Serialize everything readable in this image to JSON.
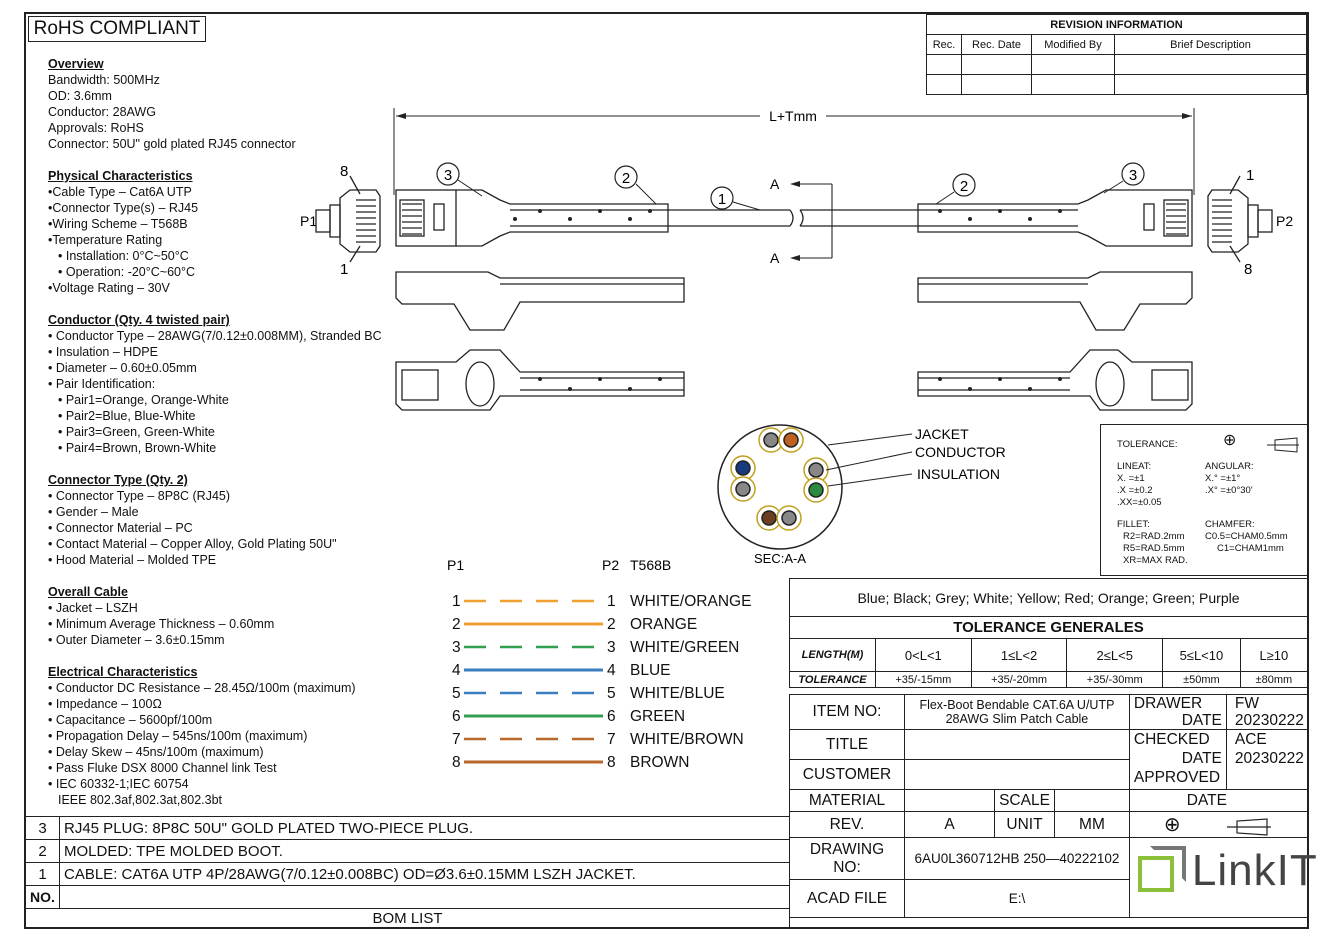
{
  "rohs": "RoHS COMPLIANT",
  "specs": {
    "overview": {
      "title": "Overview",
      "lines": [
        "Bandwidth: 500MHz",
        "OD: 3.6mm",
        "Conductor: 28AWG",
        "Approvals: RoHS",
        "Connector: 50U\" gold plated RJ45 connector"
      ]
    },
    "physical": {
      "title": "Physical Characteristics",
      "lines": [
        "•Cable Type – Cat6A UTP",
        "•Connector Type(s) – RJ45",
        "•Wiring Scheme – T568B",
        "•Temperature Rating",
        "  • Installation:  0°C~50°C",
        "  • Operation: -20°C~60°C",
        "•Voltage Rating – 30V"
      ]
    },
    "conductor": {
      "title": "Conductor (Qty. 4 twisted pair)",
      "lines": [
        "• Conductor Type – 28AWG(7/0.12±0.008MM), Stranded BC",
        "• Insulation – HDPE",
        "• Diameter – 0.60±0.05mm",
        "• Pair Identification:",
        "   • Pair1=Orange, Orange-White",
        "   • Pair2=Blue, Blue-White",
        "   • Pair3=Green, Green-White",
        "   • Pair4=Brown, Brown-White"
      ]
    },
    "connector": {
      "title": "Connector Type (Qty. 2)",
      "lines": [
        "• Connector Type – 8P8C (RJ45)",
        "• Gender – Male",
        "• Connector Material – PC",
        "• Contact Material – Copper Alloy, Gold Plating 50U\"",
        "• Hood Material – Molded TPE"
      ]
    },
    "overall": {
      "title": "Overall Cable",
      "lines": [
        "• Jacket – LSZH",
        "• Minimum Average Thickness – 0.60mm",
        "• Outer Diameter – 3.6±0.15mm"
      ]
    },
    "electrical": {
      "title": "Electrical Characteristics",
      "lines": [
        "• Conductor DC Resistance – 28.45Ω/100m (maximum)",
        "• Impedance – 100Ω",
        "• Capacitance – 5600pf/100m",
        "• Propagation Delay – 545ns/100m (maximum)",
        "• Delay Skew – 45ns/100m (maximum)",
        "• Pass Fluke DSX 8000 Channel link Test",
        "• IEC 60332-1;IEC 60754",
        "   IEEE 802.3af,802.3at,802.3bt"
      ]
    }
  },
  "revision": {
    "title": "REVISION INFORMATION",
    "headers": [
      "Rec.",
      "Rec. Date",
      "Modified By",
      "Brief Description"
    ]
  },
  "drawing": {
    "length_label": "L+Tmm",
    "p1": "P1",
    "p2": "P2",
    "pin8_left": "8",
    "pin1_left": "1",
    "pin1_right": "1",
    "pin8_right": "8",
    "callout1": "1",
    "callout2": "2",
    "callout3": "3",
    "section_a": "A",
    "jacket": "JACKET",
    "conductor": "CONDUCTOR",
    "insulation": "INSULATION",
    "section_label": "SEC:A-A"
  },
  "wiring": {
    "p1": "P1",
    "p2": "P2",
    "standard": "T568B",
    "wires": [
      {
        "n": "1",
        "name": "WHITE/ORANGE",
        "color": "#f0a030",
        "dashed": true
      },
      {
        "n": "2",
        "name": "ORANGE",
        "color": "#f0a030",
        "dashed": false
      },
      {
        "n": "3",
        "name": "WHITE/GREEN",
        "color": "#30a050",
        "dashed": true
      },
      {
        "n": "4",
        "name": "BLUE",
        "color": "#3a7ec0",
        "dashed": false
      },
      {
        "n": "5",
        "name": "WHITE/BLUE",
        "color": "#3a7ec0",
        "dashed": true
      },
      {
        "n": "6",
        "name": "GREEN",
        "color": "#30a050",
        "dashed": false
      },
      {
        "n": "7",
        "name": "WHITE/BROWN",
        "color": "#b8682a",
        "dashed": true
      },
      {
        "n": "8",
        "name": "BROWN",
        "color": "#b8682a",
        "dashed": false
      }
    ]
  },
  "tolerance": {
    "title": "TOLERANCE:",
    "linear_title": "LINEAT:",
    "linear": [
      "X.   =±1",
      " .X  =±0.2",
      " .XX=±0.05"
    ],
    "angular_title": "ANGULAR:",
    "angular": [
      "X.°   =±1°",
      " .X°  =±0°30'"
    ],
    "fillet_title": "FILLET:",
    "fillet": [
      "R2=RAD.2mm",
      "R5=RAD.5mm",
      "XR=MAX RAD."
    ],
    "chamfer_title": "CHAMFER:",
    "chamfer": [
      "C0.5=CHAM0.5mm",
      "C1=CHAM1mm"
    ]
  },
  "colors_row": "Blue; Black; Grey; White; Yellow; Red; Orange; Green; Purple",
  "tol_generales": {
    "title": "TOLERANCE GENERALES",
    "length_label": "LENGTH(M)",
    "tolerance_label": "TOLERANCE",
    "ranges": [
      "0<L<1",
      "1≤L<2",
      "2≤L<5",
      "5≤L<10",
      "L≥10"
    ],
    "values": [
      "+35/-15mm",
      "+35/-20mm",
      "+35/-30mm",
      "±50mm",
      "±80mm"
    ]
  },
  "title_block": {
    "item_no_label": "ITEM NO:",
    "item_no": "Flex-Boot Bendable CAT.6A U/UTP 28AWG Slim Patch Cable",
    "title_label": "TITLE",
    "customer_label": "CUSTOMER",
    "material_label": "MATERIAL",
    "scale_label": "SCALE",
    "rev_label": "REV.",
    "rev": "A",
    "unit_label": "UNIT",
    "unit": "MM",
    "drawing_no_label": "DRAWING NO:",
    "drawing_no": "6AU0L360712HB 250—40222102",
    "acad_label": "ACAD FILE",
    "acad": "E:\\",
    "drawer_label": "DRAWER",
    "drawer": "FW",
    "date_label": "DATE",
    "drawer_date": "20230222",
    "checked_label": "CHECKED",
    "checked": "ACE",
    "checked_date": "20230222",
    "approved_label": "APPROVED",
    "approved_date_label": "DATE"
  },
  "bom": {
    "rows": [
      {
        "no": "3",
        "desc": "RJ45 PLUG: 8P8C 50U\" GOLD PLATED TWO-PIECE PLUG."
      },
      {
        "no": "2",
        "desc": "MOLDED: TPE MOLDED BOOT."
      },
      {
        "no": "1",
        "desc": "CABLE: CAT6A UTP 4P/28AWG(7/0.12±0.008BC)  OD=Ø3.6±0.15MM LSZH JACKET."
      }
    ],
    "no_label": "NO.",
    "title": "BOM LIST"
  },
  "logo": "LinkIT"
}
